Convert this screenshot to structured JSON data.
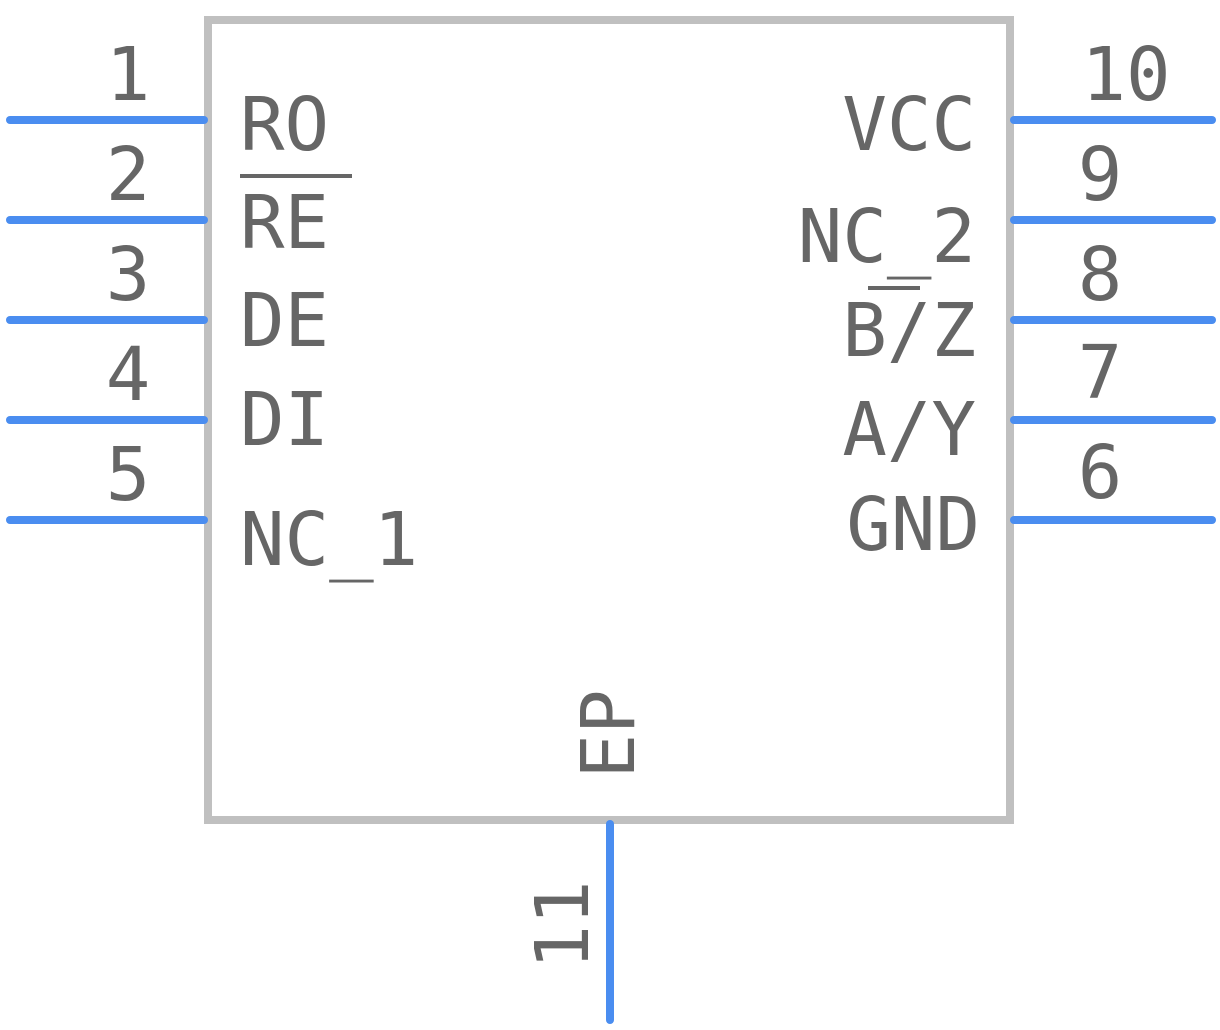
{
  "component": {
    "colors": {
      "outline": "#c0c0c0",
      "pin": "#4a8df0",
      "text": "#666666"
    },
    "pins": [
      {
        "number": "1",
        "name": "RO",
        "side": "left"
      },
      {
        "number": "2",
        "name": "RE",
        "side": "left",
        "overbar": true
      },
      {
        "number": "3",
        "name": "DE",
        "side": "left"
      },
      {
        "number": "4",
        "name": "DI",
        "side": "left"
      },
      {
        "number": "5",
        "name": "NC_1",
        "side": "left"
      },
      {
        "number": "6",
        "name": "GND",
        "side": "right"
      },
      {
        "number": "7",
        "name": "A/Y",
        "side": "right"
      },
      {
        "number": "8",
        "name": "B/Z",
        "side": "right",
        "overbar": "B"
      },
      {
        "number": "9",
        "name": "NC_2",
        "side": "right"
      },
      {
        "number": "10",
        "name": "VCC",
        "side": "right"
      },
      {
        "number": "11",
        "name": "EP",
        "side": "bottom"
      }
    ]
  }
}
